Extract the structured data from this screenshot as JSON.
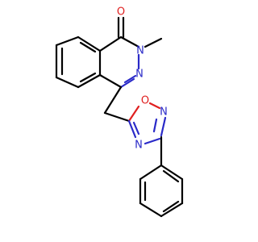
{
  "structure": {
    "atoms": {
      "o_carbonyl": {
        "label": "O",
        "element": "O"
      },
      "n2": {
        "label": "N",
        "element": "N"
      },
      "n3": {
        "label": "N",
        "element": "N"
      },
      "methyl": {
        "label": "",
        "element": "C"
      },
      "o_ring": {
        "label": "O",
        "element": "O"
      },
      "n_ox_upper": {
        "label": "N",
        "element": "N"
      },
      "n_ox_lower": {
        "label": "N",
        "element": "N"
      }
    }
  },
  "colors": {
    "carbon": "#000000",
    "nitrogen": "#2a2ac8",
    "oxygen": "#e02020",
    "background": "#ffffff"
  }
}
